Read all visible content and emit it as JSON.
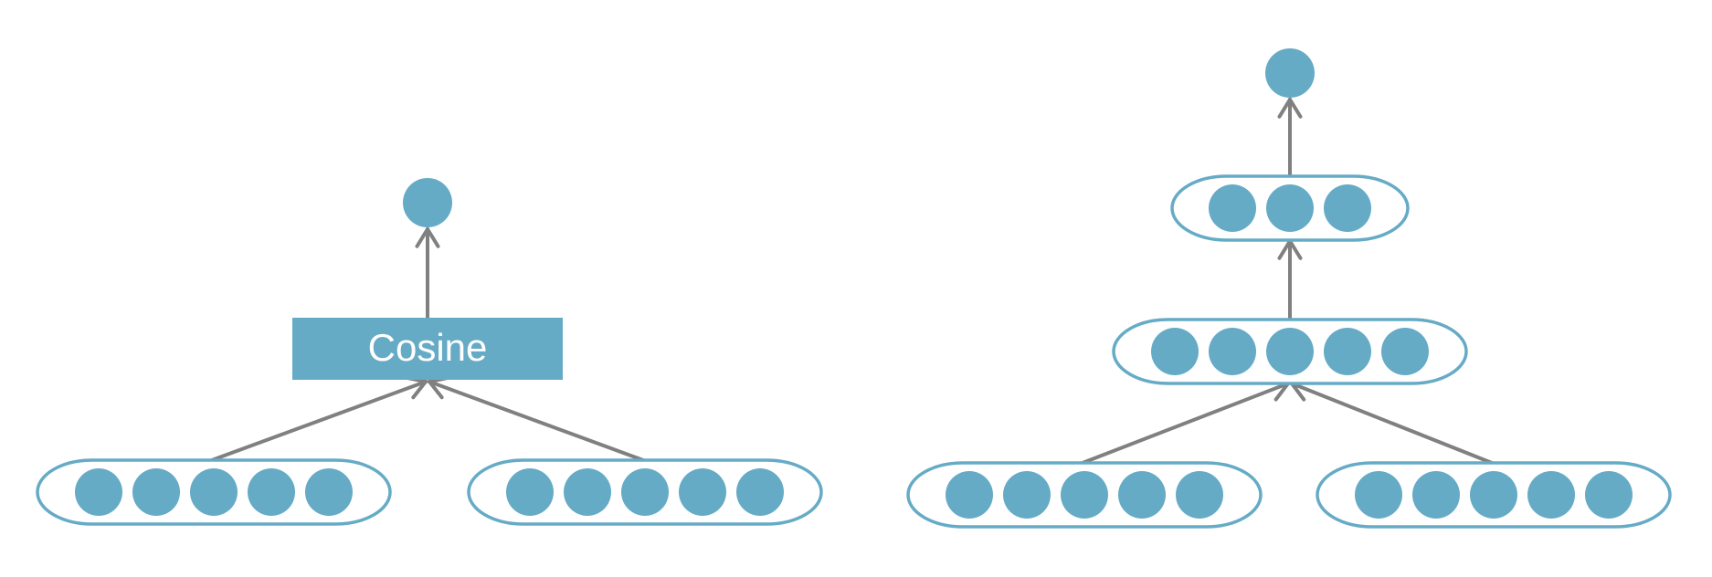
{
  "diagram": {
    "node_color": "#66abc6",
    "arrow_color": "#808080",
    "left_model": {
      "cosine_label": "Cosine",
      "input_vectors": [
        {
          "units": 5
        },
        {
          "units": 5
        }
      ],
      "output_units": 1
    },
    "right_model": {
      "input_vectors": [
        {
          "units": 5
        },
        {
          "units": 5
        }
      ],
      "hidden_layers": [
        {
          "units": 5
        },
        {
          "units": 3
        }
      ],
      "output_units": 1
    }
  }
}
